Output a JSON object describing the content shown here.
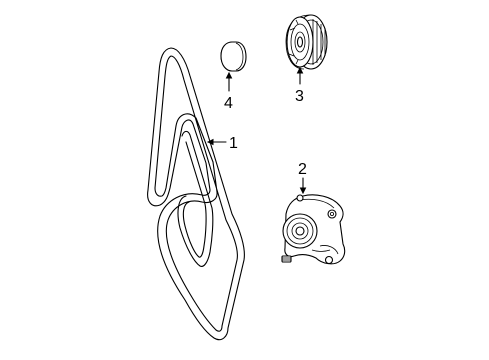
{
  "callouts": {
    "belt": "1",
    "tensioner": "2",
    "idler_pulley": "3",
    "cap": "4"
  }
}
